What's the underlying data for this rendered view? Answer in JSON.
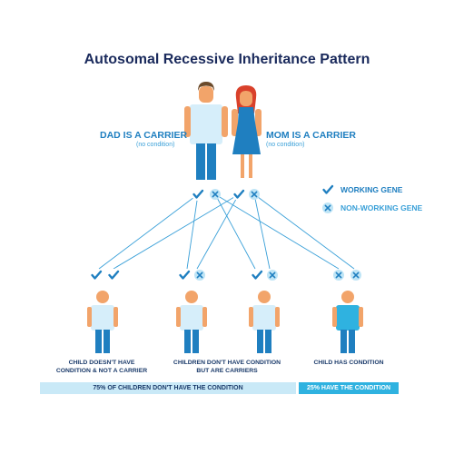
{
  "title": "Autosomal Recessive Inheritance Pattern",
  "dad": {
    "label": "DAD IS A CARRIER",
    "sub": "(no condition)"
  },
  "mom": {
    "label": "MOM IS A CARRIER",
    "sub": "(no condition)"
  },
  "legend": {
    "working": "WORKING GENE",
    "nonworking": "NON-WORKING GENE"
  },
  "children": [
    {
      "caption_line1": "CHILD DOESN'T HAVE",
      "caption_line2": "CONDITION & NOT A CARRIER"
    },
    {
      "caption_line1": "CHILDREN DON'T HAVE CONDITION",
      "caption_line2": "BUT ARE CARRIERS"
    },
    {
      "caption_line1": "CHILD HAS CONDITION",
      "caption_line2": ""
    }
  ],
  "bars": {
    "left": "75% OF CHILDREN DON'T HAVE THE CONDITION",
    "right": "25% HAVE THE CONDITION"
  },
  "colors": {
    "navy": "#1a2a5c",
    "blue": "#1f7fc0",
    "lightblue": "#3aa0d8",
    "skin": "#f2a46a",
    "hair_dad": "#6b4a2a",
    "hair_mom": "#d9412b",
    "shirt_light": "#d6eefa",
    "shirt_sick": "#2fb2e0",
    "pants": "#1f7fc0"
  }
}
